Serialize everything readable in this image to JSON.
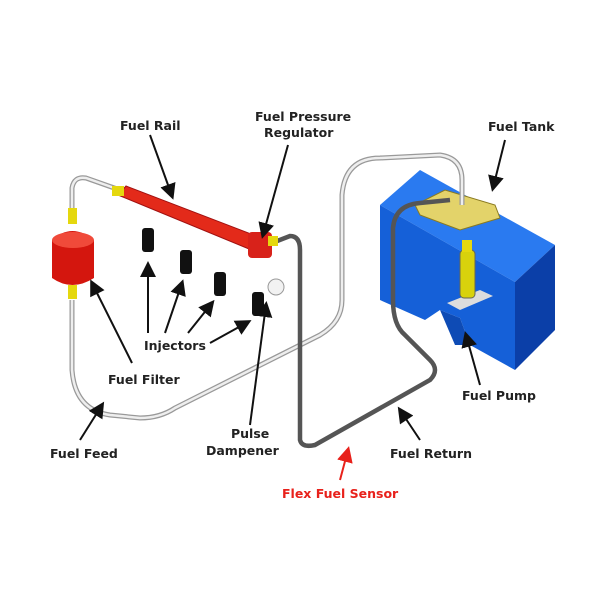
{
  "labels": {
    "fuel_rail": "Fuel Rail",
    "regulator_line1": "Fuel Pressure",
    "regulator_line2": "Regulator",
    "fuel_tank": "Fuel Tank",
    "injectors": "Injectors",
    "fuel_filter": "Fuel Filter",
    "fuel_feed": "Fuel Feed",
    "pulse_line1": "Pulse",
    "pulse_line2": "Dampener",
    "fuel_return": "Fuel Return",
    "fuel_pump": "Fuel Pump",
    "flex_fuel_sensor": "Flex Fuel Sensor"
  },
  "colors": {
    "highlight": "#e8211b",
    "tank": "#1560d8",
    "rail": "#e32a1a",
    "fitting": "#e5d80e"
  }
}
